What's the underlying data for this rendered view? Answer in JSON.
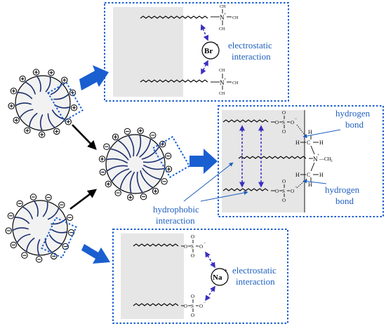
{
  "colors": {
    "box_border": "#1a5fd0",
    "label_text": "#1f5fbf",
    "big_arrow": "#1a5fd0",
    "dashed_arrow": "#3a2fc0",
    "tails": "#1c2f6e",
    "shaded_region": "#e6e6e6"
  },
  "icons": {
    "cationic_micelle": "micelle-positive-heads",
    "anionic_micelle": "micelle-negative-heads",
    "mixed_micelle": "micelle-mixed-heads"
  },
  "top_box": {
    "ammonium_n": "N",
    "ammonium_charge": "+",
    "methyl": "CH",
    "methyl_sub": "3",
    "counter_ion": "Br",
    "counter_ion_charge": "−",
    "label_line1": "electrostatic",
    "label_line2": "interaction"
  },
  "middle_box": {
    "sulfate_o": "O",
    "sulfate_s": "S",
    "sulfate_o_minus": "O",
    "charge_minus": "−",
    "ammonium_n": "N",
    "ammonium_charge": "+",
    "carbon": "C",
    "hydrogen": "H",
    "methyl_text": "—CH",
    "methyl_sub": "3",
    "label_top_line1": "hydrogen",
    "label_top_line2": "bond",
    "label_bottom_line1": "hydrogen",
    "label_bottom_line2": "bond"
  },
  "bottom_box": {
    "sulfate_o": "O",
    "sulfate_s": "S",
    "sulfate_o_minus": "O",
    "charge_minus": "−",
    "counter_ion": "Na",
    "counter_ion_charge": "+",
    "label_line1": "electrostatic",
    "label_line2": "interaction"
  },
  "hydrophobic": {
    "line1": "hydrophobic",
    "line2": "interaction"
  }
}
